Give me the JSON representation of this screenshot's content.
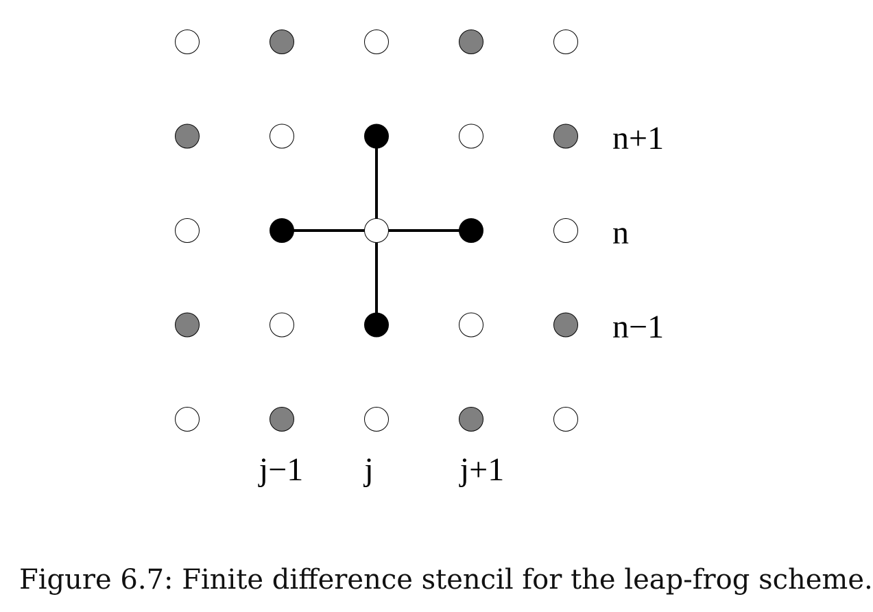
{
  "grid": {
    "columns": 5,
    "rows": 5,
    "nodes": [
      [
        "empty",
        "gray",
        "empty",
        "gray",
        "empty"
      ],
      [
        "gray",
        "empty",
        "black",
        "empty",
        "gray"
      ],
      [
        "empty",
        "black",
        "empty",
        "black",
        "empty"
      ],
      [
        "gray",
        "empty",
        "black",
        "empty",
        "gray"
      ],
      [
        "empty",
        "gray",
        "empty",
        "gray",
        "empty"
      ]
    ],
    "stencil_edges": [
      {
        "from": [
          1,
          2
        ],
        "to": [
          3,
          2
        ]
      },
      {
        "from": [
          2,
          1
        ],
        "to": [
          2,
          3
        ]
      }
    ]
  },
  "colors": {
    "empty": "#ffffff",
    "gray": "#808080",
    "black": "#000000",
    "stroke": "#000000"
  },
  "labels": {
    "row_n_plus_1": "n+1",
    "row_n": "n",
    "row_n_minus_1": "n−1",
    "col_j_minus_1": "j−1",
    "col_j": "j",
    "col_j_plus_1": "j+1"
  },
  "caption": "Figure 6.7: Finite difference stencil for the leap-frog scheme."
}
